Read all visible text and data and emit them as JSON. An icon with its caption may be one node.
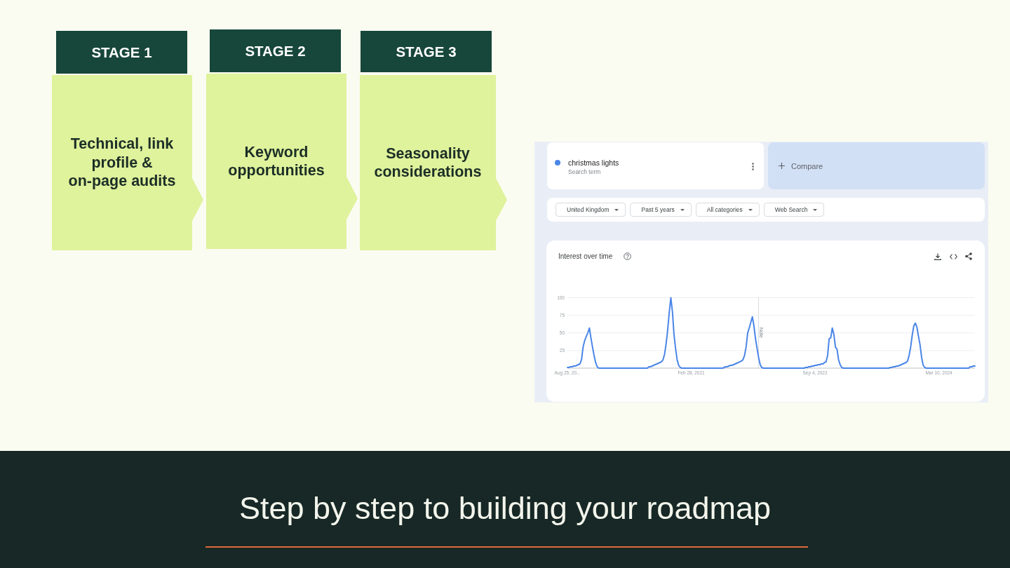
{
  "diagram": {
    "title": "Step by step to building your roadmap",
    "nodes": [
      {
        "text": [
          "STAGE 1"
        ]
      },
      {
        "text": [
          "Technical, link profile & on-page audits"
        ]
      },
      {
        "text": [
          "STAGE 2"
        ]
      },
      {
        "text": [
          "Keyword opportunities"
        ]
      },
      {
        "text": [
          "STAGE 3"
        ]
      },
      {
        "text": [
          "Seasonality considerations"
        ]
      }
    ],
    "labels": [
      "Search term",
      "Compare",
      "United Kingdom",
      "Past 5 years",
      "All categories",
      "Web Search"
    ],
    "chart_data": {
      "type": "line",
      "title": "Interest over time",
      "ylim": [
        0,
        100
      ],
      "grid": true,
      "categories": [
        "Aug 25, 20...",
        null,
        null,
        null,
        null,
        null,
        null,
        null,
        null,
        null,
        null,
        null,
        null,
        null,
        null,
        null,
        null,
        null,
        null,
        null,
        null,
        null,
        null,
        null,
        null,
        null,
        null,
        null,
        null,
        null,
        null,
        null,
        null,
        null,
        null,
        null,
        null,
        null,
        null,
        null,
        null,
        null,
        null,
        null,
        null,
        null,
        null,
        null,
        null,
        null,
        null,
        null,
        null,
        null,
        null,
        null,
        null,
        null,
        null,
        null,
        null,
        null,
        null,
        null,
        null,
        null,
        null,
        null,
        null,
        null,
        null,
        null,
        null,
        null,
        null,
        null,
        null,
        null,
        null,
        "Feb 28, 2021",
        null,
        null,
        null,
        null,
        null,
        null,
        null,
        null,
        null,
        null,
        null,
        null,
        null,
        null,
        null,
        null,
        null,
        null,
        null,
        null,
        null,
        null,
        null,
        null,
        null,
        null,
        null,
        null,
        null,
        null,
        null,
        null,
        null,
        null,
        null,
        null,
        null,
        null,
        null,
        null,
        null,
        null,
        null,
        null,
        null,
        null,
        null,
        null,
        null,
        null,
        null,
        null,
        null,
        null,
        null,
        null,
        null,
        null,
        null,
        null,
        null,
        null,
        null,
        null,
        null,
        null,
        null,
        null,
        null,
        null,
        null,
        null,
        null,
        null,
        null,
        null,
        null,
        null,
        "Sep 4, 2022",
        null,
        null,
        null,
        null,
        null,
        null,
        null,
        null,
        null,
        null,
        null,
        null,
        null,
        null,
        null,
        null,
        null,
        null,
        null,
        null,
        null,
        null,
        null,
        null,
        null,
        null,
        null,
        null,
        null,
        null,
        null,
        null,
        null,
        null,
        null,
        null,
        null,
        null,
        null,
        null,
        null,
        null,
        null,
        null,
        null,
        null,
        null,
        null,
        null,
        null,
        null,
        null,
        null,
        null,
        null,
        null,
        null,
        null,
        null,
        null,
        null,
        null,
        null,
        null,
        null,
        null,
        null,
        null,
        null,
        null,
        null,
        null,
        null,
        null,
        null,
        null,
        null,
        null,
        "Mar 10, 2024",
        null,
        null,
        null,
        null,
        null,
        null,
        null,
        null,
        null,
        null,
        null,
        null,
        null,
        null,
        null,
        null,
        null,
        null,
        null,
        null,
        null,
        null,
        null
      ],
      "yticks": [
        25,
        50,
        75,
        100
      ],
      "series": [
        {
          "name": "christmas lights",
          "color": "#4a86e8",
          "values": [
            1,
            1,
            2,
            2,
            3,
            3,
            4,
            5,
            6,
            12,
            30,
            39,
            45,
            50,
            57,
            43,
            30,
            18,
            8,
            2,
            0,
            0,
            0,
            0,
            0,
            0,
            0,
            0,
            0,
            0,
            0,
            0,
            0,
            0,
            0,
            0,
            0,
            0,
            0,
            0,
            0,
            0,
            0,
            0,
            0,
            0,
            0,
            0,
            0,
            0,
            0,
            0,
            2,
            2,
            3,
            4,
            5,
            6,
            7,
            8,
            9,
            12,
            20,
            35,
            55,
            80,
            100,
            80,
            48,
            28,
            12,
            4,
            1,
            0,
            0,
            0,
            0,
            0,
            0,
            0,
            0,
            0,
            0,
            0,
            0,
            0,
            0,
            0,
            0,
            0,
            0,
            0,
            0,
            0,
            0,
            0,
            0,
            0,
            0,
            0,
            1,
            2,
            2,
            3,
            4,
            4,
            5,
            6,
            7,
            8,
            9,
            10,
            12,
            18,
            30,
            50,
            57,
            65,
            73,
            60,
            42,
            28,
            15,
            5,
            1,
            0,
            0,
            0,
            0,
            0,
            0,
            0,
            0,
            0,
            0,
            0,
            0,
            0,
            0,
            0,
            0,
            0,
            0,
            0,
            0,
            0,
            0,
            0,
            0,
            0,
            0,
            0,
            1,
            1,
            2,
            2,
            3,
            3,
            4,
            4,
            5,
            5,
            6,
            6,
            8,
            9,
            18,
            42,
            43,
            57,
            48,
            30,
            27,
            12,
            5,
            1,
            0,
            0,
            0,
            0,
            0,
            0,
            0,
            0,
            0,
            0,
            0,
            0,
            0,
            0,
            0,
            0,
            0,
            0,
            0,
            0,
            0,
            0,
            0,
            0,
            0,
            0,
            0,
            0,
            0,
            0,
            1,
            1,
            2,
            2,
            3,
            3,
            4,
            5,
            6,
            7,
            8,
            10,
            18,
            30,
            47,
            60,
            64,
            58,
            45,
            33,
            15,
            4,
            1,
            0,
            0,
            0,
            0,
            0,
            0,
            0,
            0,
            0,
            0,
            0,
            0,
            0,
            0,
            0,
            0,
            0,
            0,
            0,
            0,
            0,
            0,
            0,
            0,
            0,
            0,
            0,
            0,
            2,
            2,
            3,
            3
          ]
        }
      ],
      "annotations": [
        {
          "text": "Note"
        }
      ]
    }
  }
}
